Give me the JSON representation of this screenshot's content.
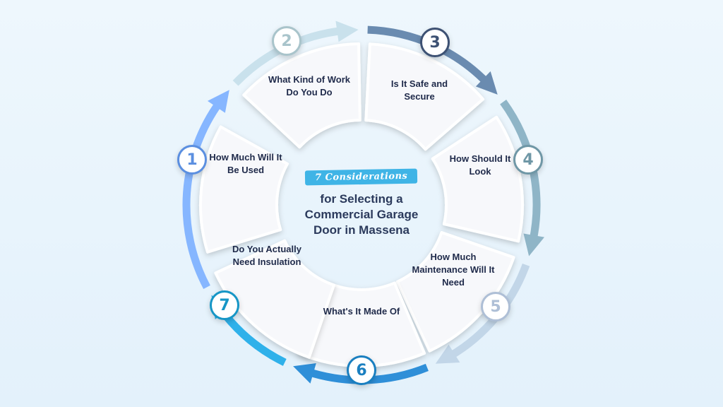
{
  "center": {
    "tag": "7 Considerations",
    "headline_lines": [
      "for Selecting a",
      "Commercial Garage",
      "Door in Massena"
    ]
  },
  "segments": [
    {
      "number": "1",
      "label": "How Much Will It Be Used",
      "color": "#5b8fe0"
    },
    {
      "number": "2",
      "label": "What Kind of Work Do You Do",
      "color": "#a9c4cb"
    },
    {
      "number": "3",
      "label": "Is It Safe and Secure",
      "color": "#3d5173"
    },
    {
      "number": "4",
      "label": "How Should It Look",
      "color": "#6f97a6"
    },
    {
      "number": "5",
      "label": "How Much Maintenance Will It Need",
      "color": "#aebfd6"
    },
    {
      "number": "6",
      "label": "What's It Made Of",
      "color": "#1a7fc0"
    },
    {
      "number": "7",
      "label": "Do You Actually Need Insulation",
      "color": "#1696c6"
    }
  ],
  "colors": {
    "arc_segments": [
      "#86b6ff",
      "#c9e1ec",
      "#6a8bb0",
      "#8fb5c7",
      "#c2d6e8",
      "#2f8fd8",
      "#2fb1ea"
    ]
  }
}
